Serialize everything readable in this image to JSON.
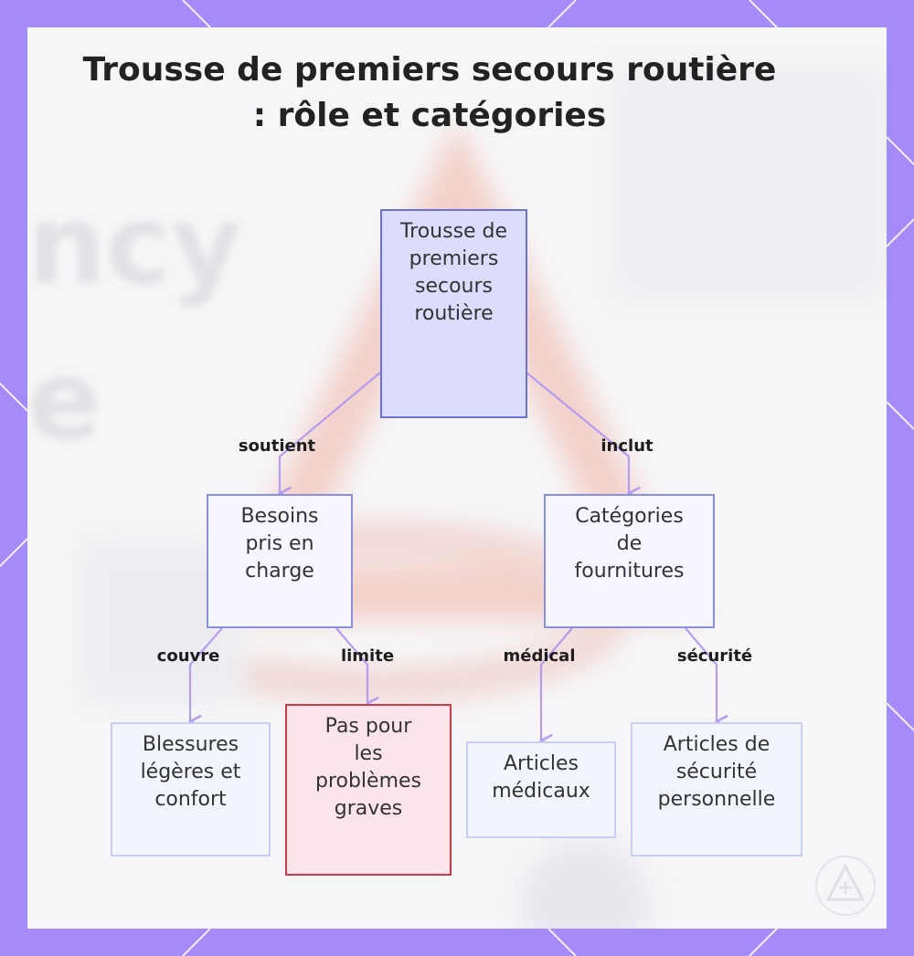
{
  "title": "Trousse de premiers secours routière : rôle et catégories",
  "nodes": {
    "root": "Trousse de premiers secours routière",
    "besoins": "Besoins pris en charge",
    "categories": "Catégories de fournitures",
    "blessures": "Blessures légères et confort",
    "graves": "Pas pour les problèmes graves",
    "medicaux": "Articles médicaux",
    "securite": "Articles de sécurité personnelle"
  },
  "edges": {
    "soutient": "soutient",
    "inclut": "inclut",
    "couvre": "couvre",
    "limite": "limite",
    "medical": "médical",
    "securite": "sécurité"
  },
  "colors": {
    "frame": "#a58bf7",
    "connector": "#b69cf0",
    "warning_border": "#cc3b4c",
    "root_fill": "#dcdcfd"
  }
}
